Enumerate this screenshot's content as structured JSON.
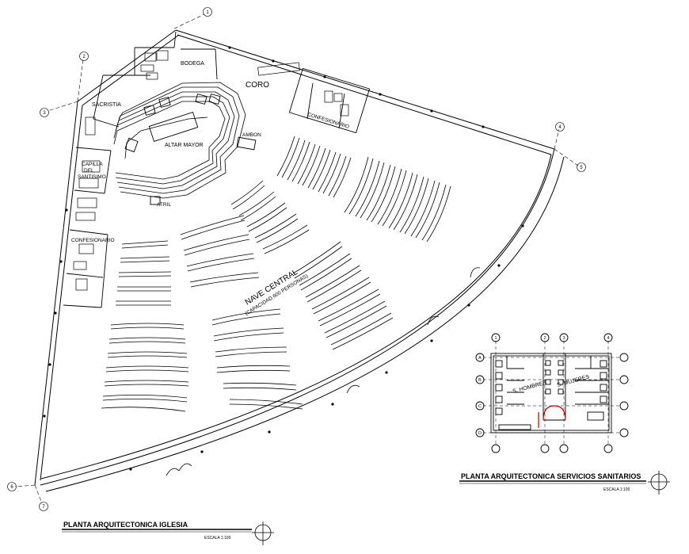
{
  "church_plan": {
    "title": "PLANTA ARQUITECTONICA IGLESIA",
    "scale": "ESCALA 1:100",
    "rooms": {
      "bodega": "BODEGA",
      "coro": "CORO",
      "sacristia": "SACRISTIA",
      "confesionario_top": "CONFESIONARIO",
      "altar": "ALTAR MAYOR",
      "ambon": "AMBON",
      "capilla_1": "CAPILLA",
      "capilla_2": "DEL",
      "capilla_3": "SANTISIMO",
      "atril": "ATRIL",
      "confesionario_left": "CONFESIONARIO",
      "nave": "NAVE CENTRAL",
      "capacity": "(CAPACIDAD 600 PERSONAS)"
    },
    "axis_tags": [
      "1",
      "2",
      "3",
      "4",
      "5",
      "6",
      "7"
    ]
  },
  "sanitary_plan": {
    "title": "PLANTA ARQUITECTONICA SERVICIOS SANITARIOS",
    "scale": "ESCALA 1:100",
    "men": "S. HOMBRES",
    "women": "S. MUJERES",
    "axis_tags": [
      "1",
      "2",
      "3",
      "4",
      "A",
      "B",
      "C",
      "D"
    ]
  },
  "colors": {
    "lines": "#000000",
    "door_swing": "#cc0000"
  }
}
